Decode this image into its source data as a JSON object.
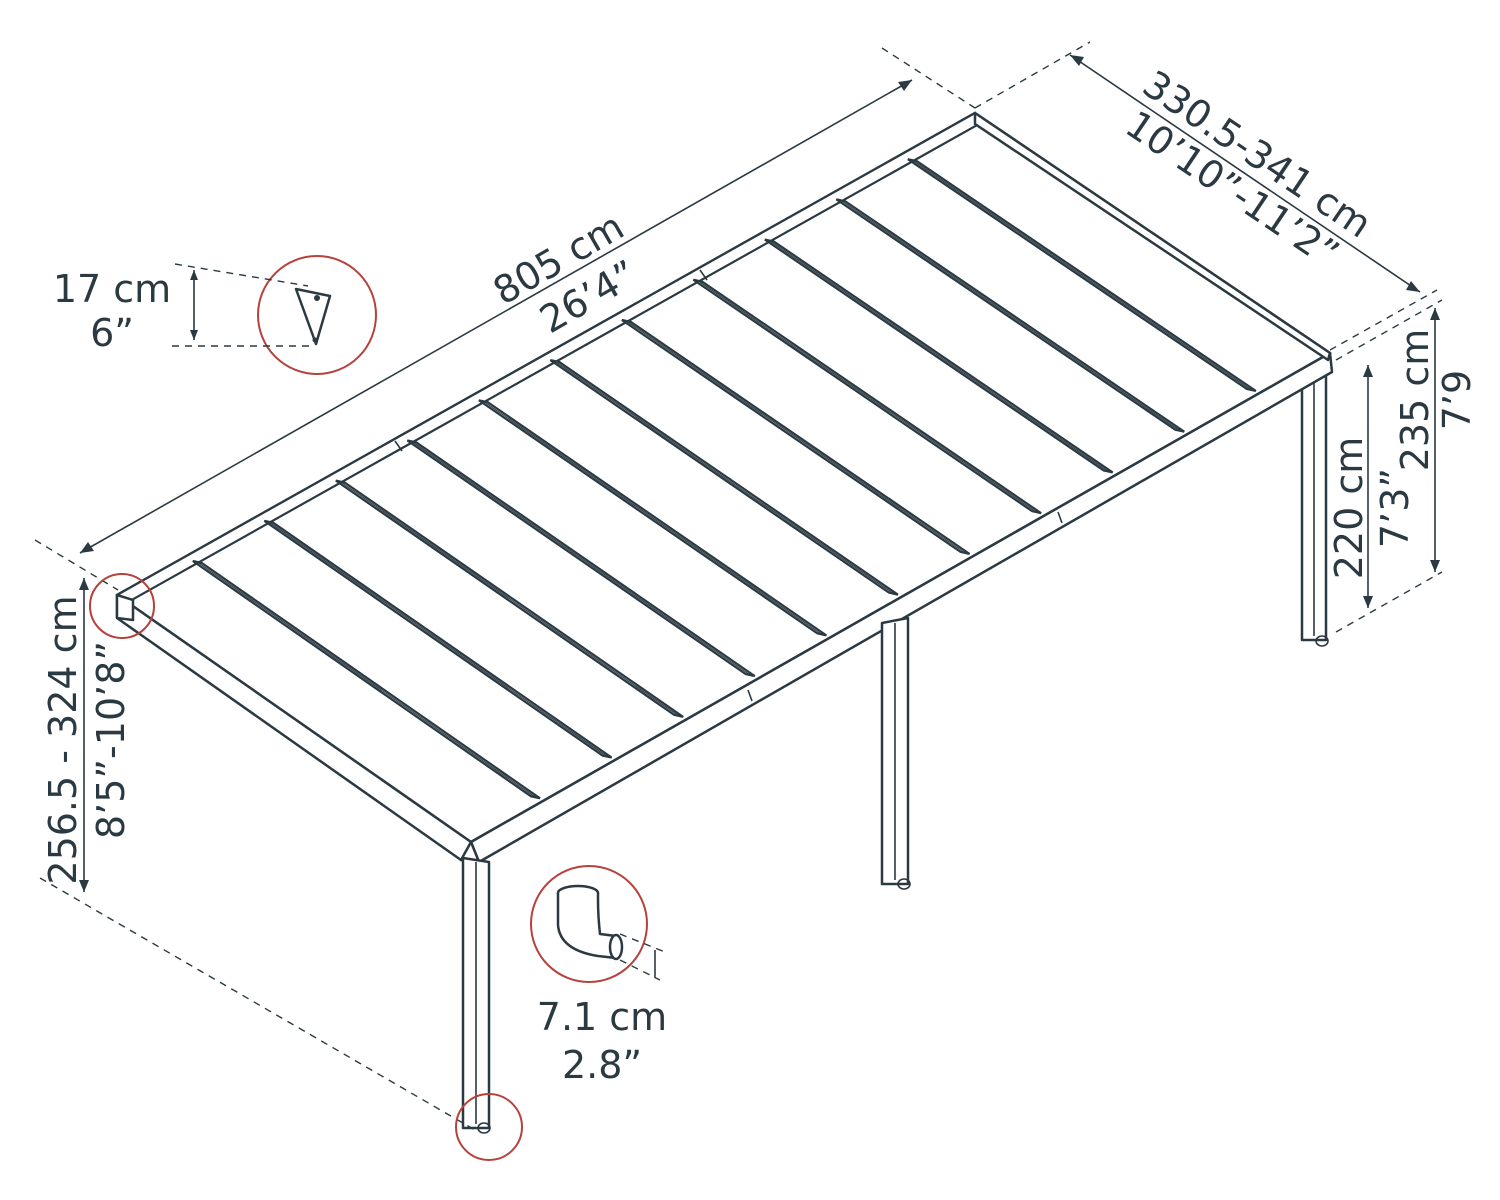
{
  "colors": {
    "line": "#2b3a42",
    "callout": "#b5423b",
    "background": "#ffffff"
  },
  "dimensions": {
    "length_cm": "805 cm",
    "length_in": "26’4”",
    "depth_cm": "330.5-341 cm",
    "depth_in": "10’10”-11’2”",
    "back_height_cm": "235 cm",
    "back_height_in": "7’9",
    "post_height_cm": "220 cm",
    "post_height_in": "7’3”",
    "front_height_cm": "256.5 - 324 cm",
    "front_height_in": "8’5”-10’8”",
    "gutter_cm": "17 cm",
    "gutter_in": "6”",
    "downpipe_cm": "7.1 cm",
    "downpipe_in": "2.8”"
  },
  "icons": [
    "gutter-profile-icon",
    "downpipe-elbow-icon"
  ]
}
